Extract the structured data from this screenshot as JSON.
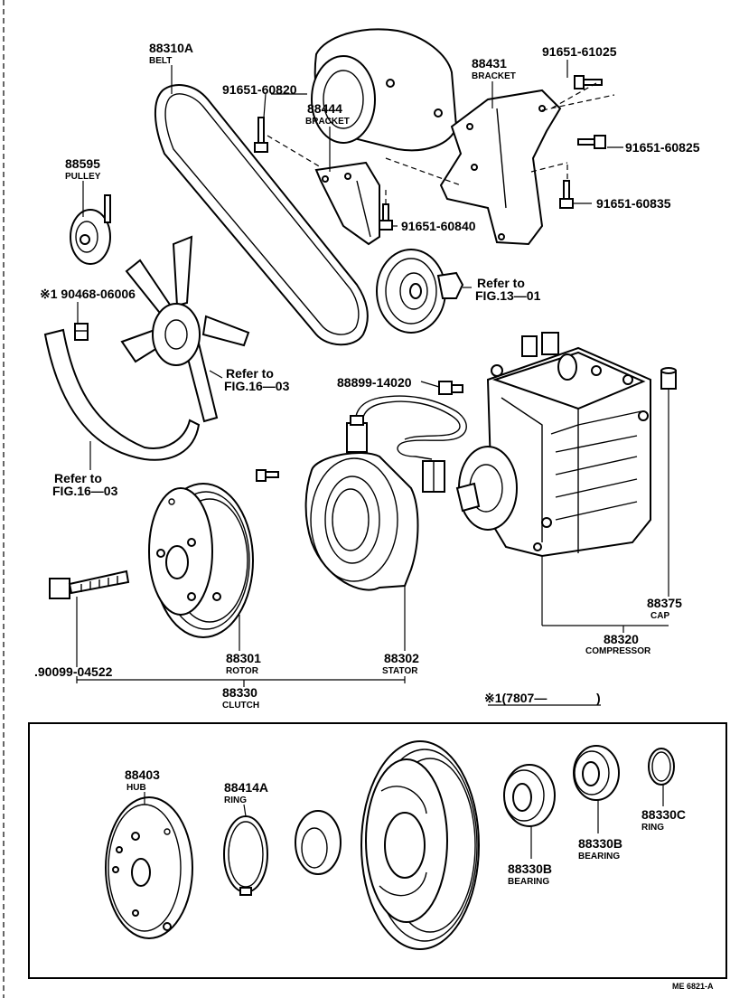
{
  "labels": {
    "belt": {
      "num": "88310A",
      "name": "BELT"
    },
    "pulley": {
      "num": "88595",
      "name": "PULLEY"
    },
    "bracket_88444": {
      "num": "88444",
      "name": "BRACKET"
    },
    "bracket_88431": {
      "num": "88431",
      "name": "BRACKET"
    },
    "bolt_60820": {
      "num": "91651-60820"
    },
    "bolt_61025": {
      "num": "91651-61025"
    },
    "bolt_60825": {
      "num": "91651-60825"
    },
    "bolt_60835": {
      "num": "91651-60835"
    },
    "bolt_60840": {
      "num": "91651-60840"
    },
    "nut_06006": {
      "num": "※1 90468-06006"
    },
    "switch_14020": {
      "num": "88899-14020"
    },
    "bolt_04522": {
      "num": ".90099-04522"
    },
    "rotor": {
      "num": "88301",
      "name": "ROTOR"
    },
    "stator": {
      "num": "88302",
      "name": "STATOR"
    },
    "clutch": {
      "num": "88330",
      "name": "CLUTCH"
    },
    "compressor": {
      "num": "88320",
      "name": "COMPRESSOR"
    },
    "cap": {
      "num": "88375",
      "name": "CAP"
    },
    "hub": {
      "num": "88403",
      "name": "HUB"
    },
    "ring_88414A": {
      "num": "88414A",
      "name": "RING"
    },
    "bearing_1": {
      "num": "88330B",
      "name": "BEARING"
    },
    "bearing_2": {
      "num": "88330B",
      "name": "BEARING"
    },
    "ring_88330C": {
      "num": "88330C",
      "name": "RING"
    }
  },
  "refs": {
    "fig13_01": {
      "line1": "Refer to",
      "line2": "FIG.13—01"
    },
    "fig16_03_fan": {
      "line1": "Refer to",
      "line2": "FIG.16—03"
    },
    "fig16_03_shroud": {
      "line1": "Refer to",
      "line2": "FIG.16—03"
    }
  },
  "inset": {
    "title": "※1(7807—",
    "title_close": ")"
  },
  "footer": {
    "code": "ME 6821-A"
  }
}
